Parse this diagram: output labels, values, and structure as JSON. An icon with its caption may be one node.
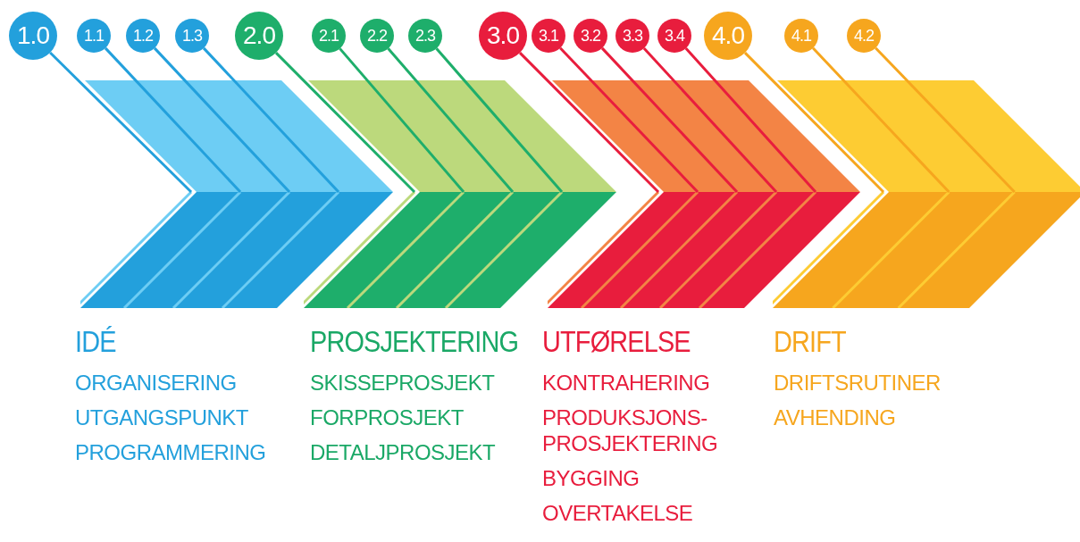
{
  "diagram": {
    "nodes": [
      {
        "text": [
          "1.0"
        ]
      },
      {
        "text": [
          "1.1"
        ]
      },
      {
        "text": [
          "1.2"
        ]
      },
      {
        "text": [
          "1.3"
        ]
      },
      {
        "text": [
          "2.0"
        ]
      },
      {
        "text": [
          "2.1"
        ]
      },
      {
        "text": [
          "2.2"
        ]
      },
      {
        "text": [
          "2.3"
        ]
      },
      {
        "text": [
          "3.0"
        ]
      },
      {
        "text": [
          "3.1"
        ]
      },
      {
        "text": [
          "3.2"
        ]
      },
      {
        "text": [
          "3.3"
        ]
      },
      {
        "text": [
          "3.4"
        ]
      },
      {
        "text": [
          "4.0"
        ]
      },
      {
        "text": [
          "4.1"
        ]
      },
      {
        "text": [
          "4.2"
        ]
      },
      {
        "text": [],
        "shape": "chevron",
        "beside": [
          "IDÉ",
          "ORGANISERING",
          "UTGANGSPUNKT",
          "PROGRAMMERING"
        ]
      },
      {
        "text": [],
        "shape": "chevron",
        "beside": [
          "PROSJEKTERING",
          "SKISSEPROSJEKT",
          "FORPROSJEKT",
          "DETALJPROSJEKT"
        ]
      },
      {
        "text": [],
        "shape": "chevron",
        "beside": [
          "UTFØRELSE",
          "KONTRAHERING",
          "PRODUKSJONS- PROSJEKTERING",
          "BYGGING",
          "OVERTAKELSE"
        ]
      },
      {
        "text": [],
        "shape": "chevron",
        "beside": [
          "DRIFT",
          "DRIFTSRUTINER",
          "AVHENDING"
        ]
      }
    ],
    "edges": [
      {
        "from": 0,
        "to": 16,
        "arrow": "none",
        "color": "#23a0dc"
      },
      {
        "from": 1,
        "to": 16,
        "arrow": "none",
        "color": "#23a0dc"
      },
      {
        "from": 2,
        "to": 16,
        "arrow": "none",
        "color": "#23a0dc"
      },
      {
        "from": 3,
        "to": 16,
        "arrow": "none",
        "color": "#23a0dc"
      },
      {
        "from": 4,
        "to": 17,
        "arrow": "none",
        "color": "#1eae6b"
      },
      {
        "from": 5,
        "to": 17,
        "arrow": "none",
        "color": "#1eae6b"
      },
      {
        "from": 6,
        "to": 17,
        "arrow": "none",
        "color": "#1eae6b"
      },
      {
        "from": 7,
        "to": 17,
        "arrow": "none",
        "color": "#1eae6b"
      },
      {
        "from": 8,
        "to": 18,
        "arrow": "none",
        "color": "#e81d3d"
      },
      {
        "from": 9,
        "to": 18,
        "arrow": "none",
        "color": "#e81d3d"
      },
      {
        "from": 10,
        "to": 18,
        "arrow": "none",
        "color": "#e81d3d"
      },
      {
        "from": 11,
        "to": 18,
        "arrow": "none",
        "color": "#e81d3d"
      },
      {
        "from": 12,
        "to": 18,
        "arrow": "none",
        "color": "#e81d3d"
      },
      {
        "from": 13,
        "to": 19,
        "arrow": "none",
        "color": "#f6a61e"
      },
      {
        "from": 14,
        "to": 19,
        "arrow": "none",
        "color": "#f6a61e"
      },
      {
        "from": 15,
        "to": 19,
        "arrow": "none",
        "color": "#f6a61e"
      }
    ]
  }
}
